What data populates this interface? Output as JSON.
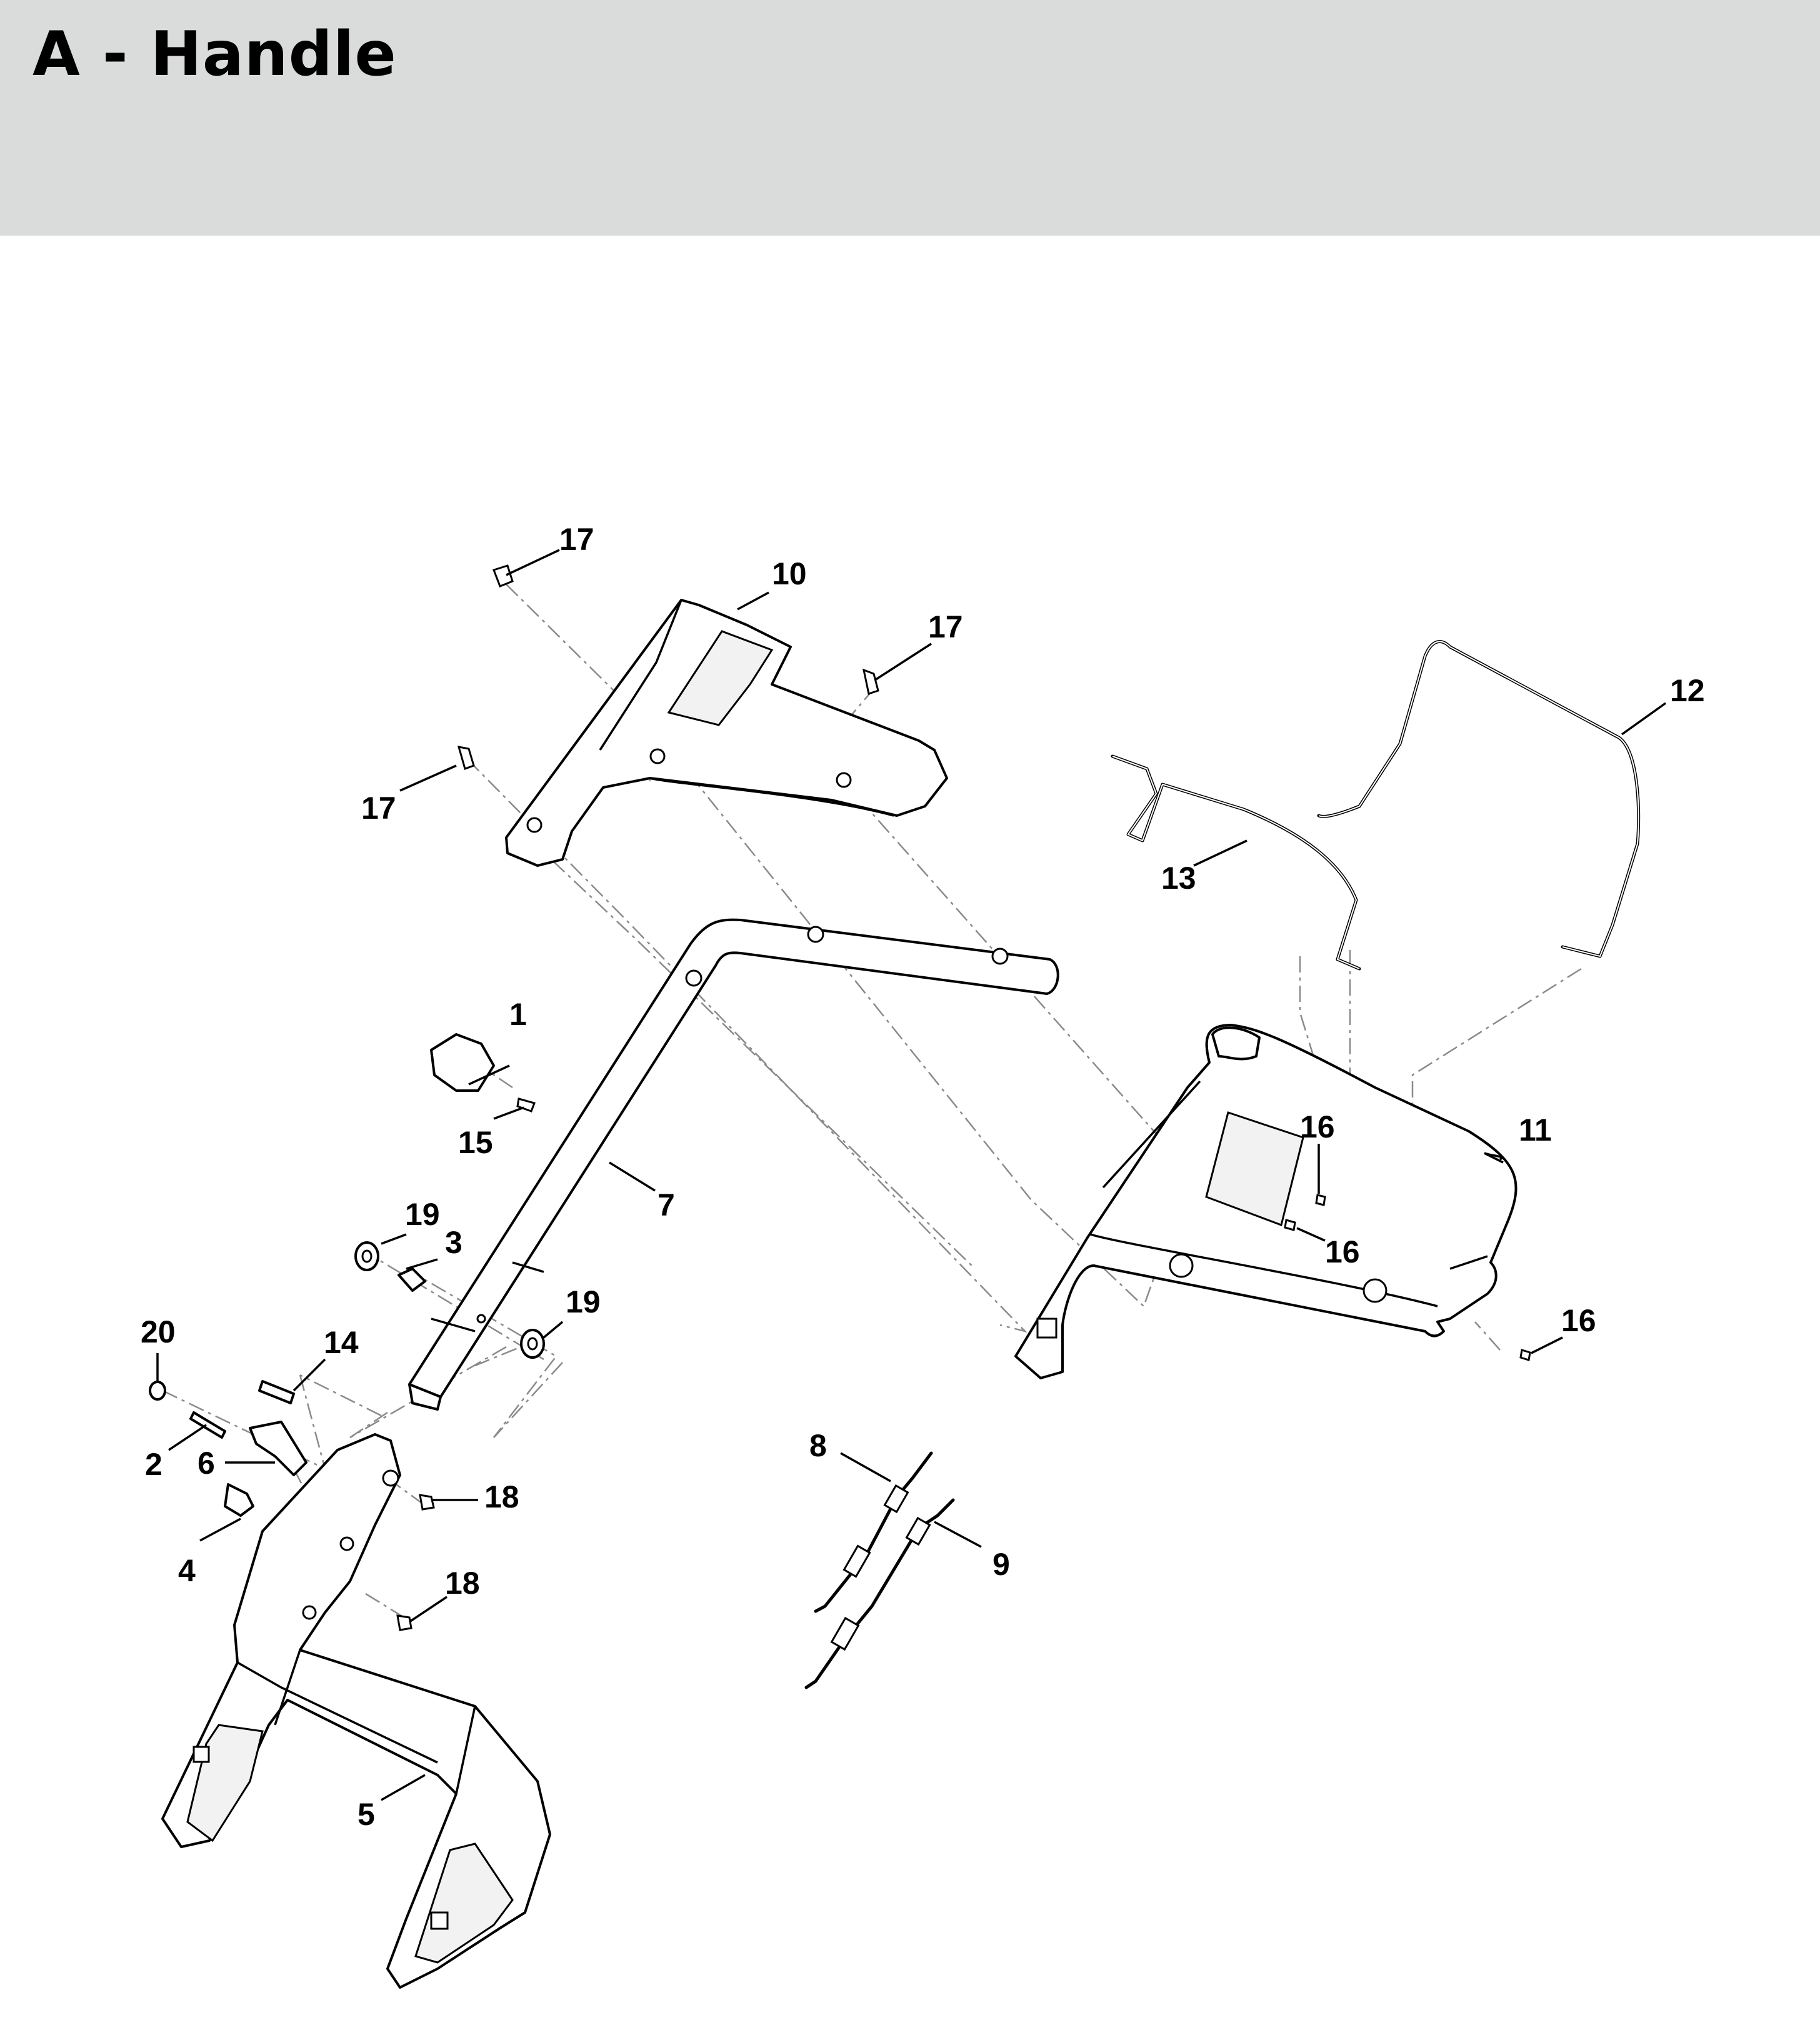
{
  "header": {
    "title": "A - Handle"
  },
  "callouts": {
    "c1": "1",
    "c2": "2",
    "c3": "3",
    "c4": "4",
    "c5": "5",
    "c6": "6",
    "c7": "7",
    "c8": "8",
    "c9": "9",
    "c10": "10",
    "c11": "11",
    "c12": "12",
    "c13": "13",
    "c14": "14",
    "c15": "15",
    "c16a": "16",
    "c16b": "16",
    "c16c": "16",
    "c17a": "17",
    "c17b": "17",
    "c17c": "17",
    "c18a": "18",
    "c18b": "18",
    "c19a": "19",
    "c19b": "19",
    "c20": "20"
  }
}
